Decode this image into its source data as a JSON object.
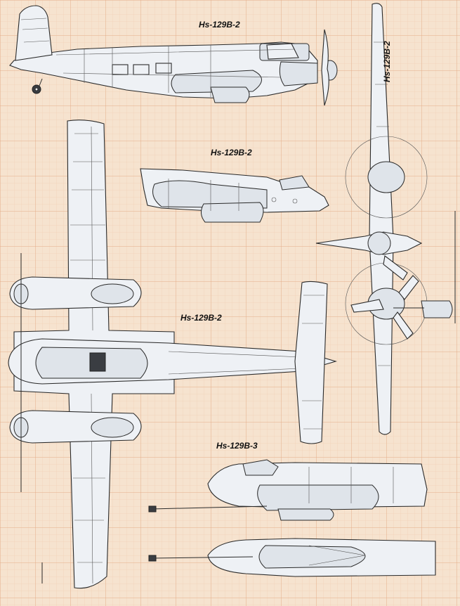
{
  "labels": {
    "side_view": "Hs-129B-2",
    "nose_section": "Hs-129B-2",
    "top_view": "Hs-129B-2",
    "front_view": "Hs-129B-2",
    "b3_variant": "Hs-129B-3"
  },
  "colors": {
    "paper": "#f6e3cf",
    "grid_major": "#e3a984",
    "aircraft_fill": "#eef1f5",
    "outline": "#2a2a2a"
  }
}
